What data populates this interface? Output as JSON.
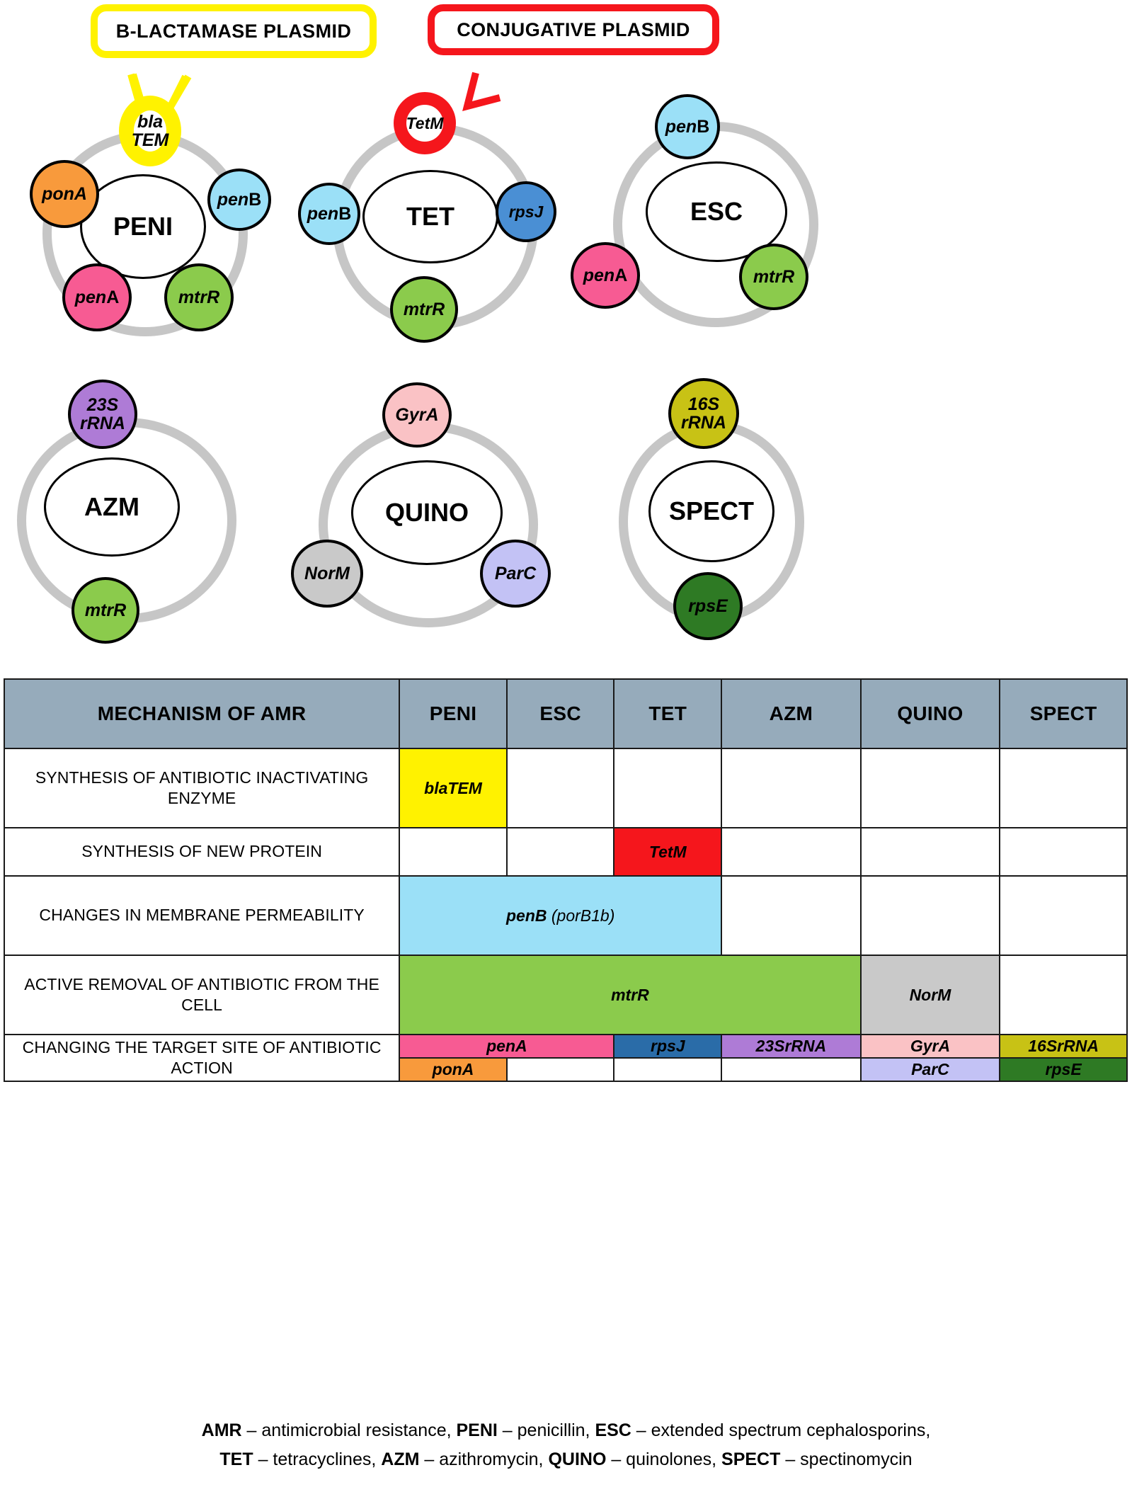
{
  "callouts": [
    {
      "id": "blactamase",
      "label": "B-LACTAMASE PLASMID",
      "color": "#FFF200"
    },
    {
      "id": "conjugative",
      "label": "CONJUGATIVE PLASMID",
      "color": "#F5161C"
    }
  ],
  "diagrams": [
    {
      "id": "peni",
      "core": "PENI",
      "genes": [
        {
          "name": "blaTEM",
          "line1": "bla",
          "line2": "TEM",
          "color": "#ffffff",
          "style": "hollow-yellow"
        },
        {
          "name": "ponA",
          "label": "ponA",
          "color": "#F89A3C"
        },
        {
          "name": "penB",
          "label_italic": "pen",
          "label_roman": "B",
          "color": "#9BE0F7"
        },
        {
          "name": "penA",
          "label_italic": "pen",
          "label_roman": "A",
          "color": "#F75B93"
        },
        {
          "name": "mtrR",
          "label": "mtrR",
          "color": "#8BCB4C"
        }
      ]
    },
    {
      "id": "tet",
      "core": "TET",
      "genes": [
        {
          "name": "TetM",
          "label": "TetM",
          "color": "#ffffff",
          "style": "hollow-red"
        },
        {
          "name": "penB",
          "label_italic": "pen",
          "label_roman": "B",
          "color": "#9BE0F7"
        },
        {
          "name": "rpsJ",
          "label": "rpsJ",
          "color": "#4A8FD4"
        },
        {
          "name": "mtrR",
          "label": "mtrR",
          "color": "#8BCB4C"
        }
      ]
    },
    {
      "id": "esc",
      "core": "ESC",
      "genes": [
        {
          "name": "penB",
          "label_italic": "pen",
          "label_roman": "B",
          "color": "#9BE0F7"
        },
        {
          "name": "penA",
          "label_italic": "pen",
          "label_roman": "A",
          "color": "#F75B93"
        },
        {
          "name": "mtrR",
          "label": "mtrR",
          "color": "#8BCB4C"
        }
      ]
    },
    {
      "id": "azm",
      "core": "AZM",
      "genes": [
        {
          "name": "23SrRNA",
          "line1": "23S",
          "line2": "rRNA",
          "color": "#AE7BD6"
        },
        {
          "name": "mtrR",
          "label": "mtrR",
          "color": "#8BCB4C"
        }
      ]
    },
    {
      "id": "quino",
      "core": "QUINO",
      "genes": [
        {
          "name": "GyrA",
          "label": "GyrA",
          "color": "#FAC2C5"
        },
        {
          "name": "NorM",
          "label": "NorM",
          "color": "#C9C9C9"
        },
        {
          "name": "ParC",
          "label": "ParC",
          "color": "#C3C2F5"
        }
      ]
    },
    {
      "id": "spect",
      "core": "SPECT",
      "genes": [
        {
          "name": "16SrRNA",
          "line1": "16S",
          "line2": "rRNA",
          "color": "#C8C215"
        },
        {
          "name": "rpsE",
          "label": "rpsE",
          "color": "#2E7A24"
        }
      ]
    }
  ],
  "table": {
    "headers": [
      "MECHANISM OF AMR",
      "PENI",
      "ESC",
      "TET",
      "AZM",
      "QUINO",
      "SPECT"
    ],
    "rows": [
      {
        "mechanism": "SYNTHESIS OF ANTIBIOTIC INACTIVATING ENZYME",
        "cells": [
          {
            "text": "blaTEM",
            "color": "#FFF200",
            "span": 1
          },
          {
            "text": "",
            "color": "#ffffff",
            "span": 1
          },
          {
            "text": "",
            "color": "#ffffff",
            "span": 1
          },
          {
            "text": "",
            "color": "#ffffff",
            "span": 1
          },
          {
            "text": "",
            "color": "#ffffff",
            "span": 1
          },
          {
            "text": "",
            "color": "#ffffff",
            "span": 1
          }
        ]
      },
      {
        "mechanism": "SYNTHESIS OF NEW PROTEIN",
        "cells": [
          {
            "text": "",
            "color": "#ffffff",
            "span": 1
          },
          {
            "text": "",
            "color": "#ffffff",
            "span": 1
          },
          {
            "text": "TetM",
            "color": "#F5161C",
            "span": 1
          },
          {
            "text": "",
            "color": "#ffffff",
            "span": 1
          },
          {
            "text": "",
            "color": "#ffffff",
            "span": 1
          },
          {
            "text": "",
            "color": "#ffffff",
            "span": 1
          }
        ]
      },
      {
        "mechanism": "CHANGES IN MEMBRANE PERMEABILITY",
        "cells": [
          {
            "text": "penB (porB1b)",
            "color": "#9BE0F7",
            "span": 3
          },
          {
            "text": "",
            "color": "#ffffff",
            "span": 1
          },
          {
            "text": "",
            "color": "#ffffff",
            "span": 1
          },
          {
            "text": "",
            "color": "#ffffff",
            "span": 1
          }
        ]
      },
      {
        "mechanism": "ACTIVE REMOVAL OF ANTIBIOTIC FROM THE CELL",
        "cells": [
          {
            "text": "mtrR",
            "color": "#8BCB4C",
            "span": 4
          },
          {
            "text": "NorM",
            "color": "#C9C9C9",
            "span": 1
          },
          {
            "text": "",
            "color": "#ffffff",
            "span": 1
          }
        ]
      },
      {
        "mechanism": "CHANGING THE TARGET SITE OF ANTIBIOTIC ACTION",
        "cells": [
          {
            "text": "penA",
            "color": "#F75B93",
            "span": 2
          },
          {
            "text": "rpsJ",
            "color": "#2A6CA8",
            "span": 1
          },
          {
            "text": "23SrRNA",
            "color": "#AE7BD6",
            "span": 1
          },
          {
            "text": "GyrA",
            "color": "#FAC2C5",
            "span": 1
          },
          {
            "text": "16SrRNA",
            "color": "#C8C215",
            "span": 1
          }
        ]
      },
      {
        "mechanism": "",
        "cells": [
          {
            "text": "ponA",
            "color": "#F89A3C",
            "span": 1
          },
          {
            "text": "",
            "color": "#ffffff",
            "span": 1
          },
          {
            "text": "",
            "color": "#ffffff",
            "span": 1
          },
          {
            "text": "",
            "color": "#ffffff",
            "span": 1
          },
          {
            "text": "ParC",
            "color": "#C3C2F5",
            "span": 1
          },
          {
            "text": "rpsE",
            "color": "#2E7A24",
            "span": 1
          }
        ]
      }
    ]
  },
  "legend": {
    "line1_parts": [
      {
        "bold": "AMR",
        "text": " – antimicrobial resistance, "
      },
      {
        "bold": "PENI",
        "text": " – penicillin, "
      },
      {
        "bold": "ESC",
        "text": " – extended spectrum cephalosporins,"
      }
    ],
    "line2_parts": [
      {
        "bold": "TET",
        "text": " – tetracyclines,  "
      },
      {
        "bold": "AZM",
        "text": " – azithromycin, "
      },
      {
        "bold": "QUINO",
        "text": " – quinolones, "
      },
      {
        "bold": "SPECT",
        "text": " – spectinomycin"
      }
    ]
  },
  "colors": {
    "header_bg": "#96abbb",
    "ring": "#c6c6c6",
    "yellow": "#FFF200",
    "red": "#F5161C"
  }
}
